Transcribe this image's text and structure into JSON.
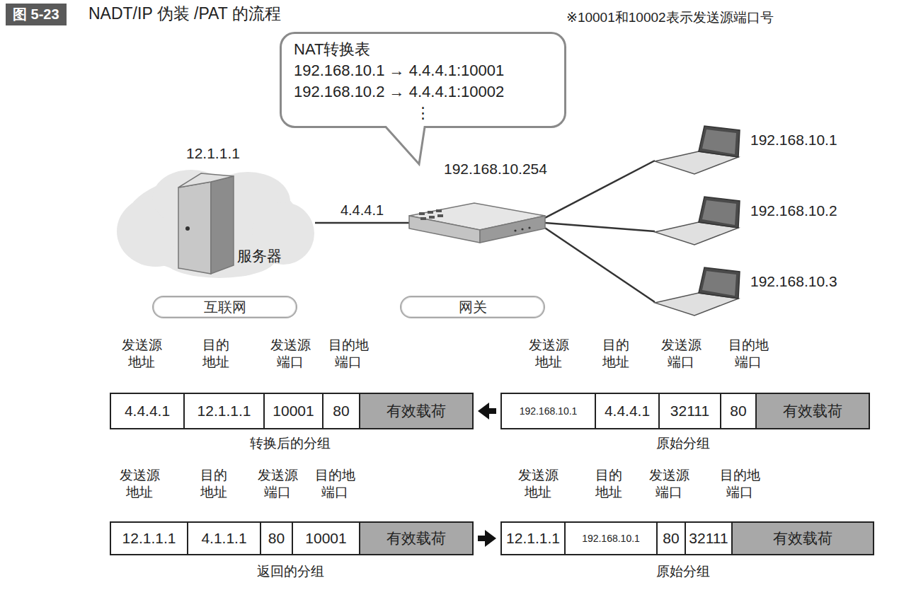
{
  "diagram": {
    "title": "NADT/IP 伪装 /PAT 的流程",
    "nodes": [
      {
        "text": [
          "NAT转换表",
          "192.168.10.1 → 4.4.4.1:10001",
          "192.168.10.2 → 4.4.4.1:10002",
          "⋮"
        ]
      },
      {
        "text": [
          "12.1.1.1",
          "服务器"
        ]
      },
      {
        "text": [
          "192.168.10.254"
        ]
      },
      {
        "text": [
          "192.168.10.1"
        ]
      },
      {
        "text": [
          "192.168.10.2"
        ]
      },
      {
        "text": [
          "192.168.10.3"
        ]
      },
      {
        "text": [
          "互联网"
        ]
      },
      {
        "text": [
          "网关"
        ]
      },
      {
        "text": [
          "4.4.4.1",
          "12.1.1.1",
          "10001",
          "80",
          "有效载荷"
        ]
      },
      {
        "text": [
          "192.168.10.1",
          "4.4.4.1",
          "32111",
          "80",
          "有效载荷"
        ]
      },
      {
        "text": [
          "12.1.1.1",
          "4.1.1.1",
          "80",
          "10001",
          "有效载荷"
        ]
      },
      {
        "text": [
          "12.1.1.1",
          "192.168.10.1",
          "80",
          "32111",
          "有效载荷"
        ]
      }
    ],
    "edges": [
      {
        "from": 1,
        "to": 2,
        "arrow": "none",
        "label": "4.4.4.1"
      },
      {
        "from": 2,
        "to": 3,
        "arrow": "none"
      },
      {
        "from": 2,
        "to": 4,
        "arrow": "none"
      },
      {
        "from": 2,
        "to": 5,
        "arrow": "none"
      },
      {
        "from": 9,
        "to": 8,
        "arrow": "to"
      },
      {
        "from": 10,
        "to": 11,
        "arrow": "to"
      }
    ],
    "labels": [
      "图 5-23",
      "※10001和10002表示发送源端口号",
      "发送源 地址",
      "目的 地址",
      "发送源 端口",
      "目的地 端口",
      "发送源 地址",
      "目的 地址",
      "发送源 端口",
      "目的地 端口",
      "发送源 地址",
      "目的 地址",
      "发送源 端口",
      "目的地 端口",
      "发送源 地址",
      "目的 地址",
      "发送源 端口",
      "目的地 端口",
      "转换后的分组",
      "原始分组",
      "返回的分组",
      "原始分组"
    ]
  }
}
